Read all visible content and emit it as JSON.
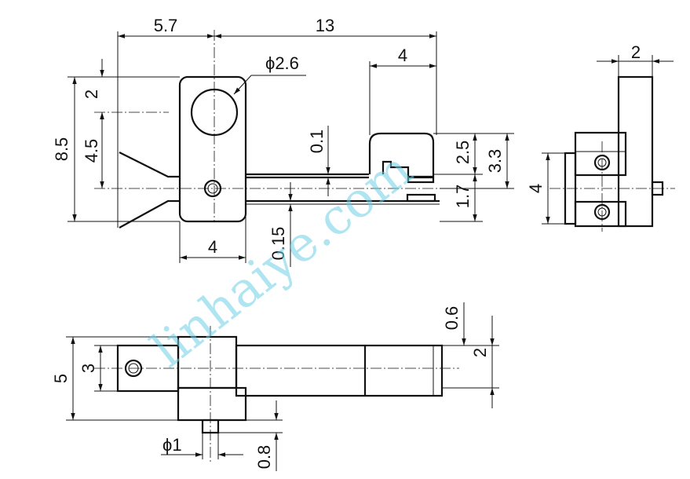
{
  "watermark": "linhaiye.com",
  "top_view": {
    "dim_width_left": "5.7",
    "dim_width_total": "13",
    "dim_slot": "4",
    "dim_hole_dia": "ϕ2.6",
    "dim_hole_offset": "2",
    "dim_height_total": "8.5",
    "dim_center_height": "4.5",
    "dim_gap_top": "0.1",
    "dim_hook_height": "2.5",
    "dim_right_height": "3.3",
    "dim_lower_gap": "1.7",
    "dim_thickness": "0.15",
    "dim_block_width": "4"
  },
  "side_view": {
    "dim_top_width": "2",
    "dim_height": "4"
  },
  "bottom_view": {
    "dim_total_height": "5",
    "dim_hole_spacing": "3",
    "dim_tip_offset": "0.6",
    "dim_tip_height": "2",
    "dim_pin_dia": "ϕ1",
    "dim_pin_length": "0.8"
  }
}
